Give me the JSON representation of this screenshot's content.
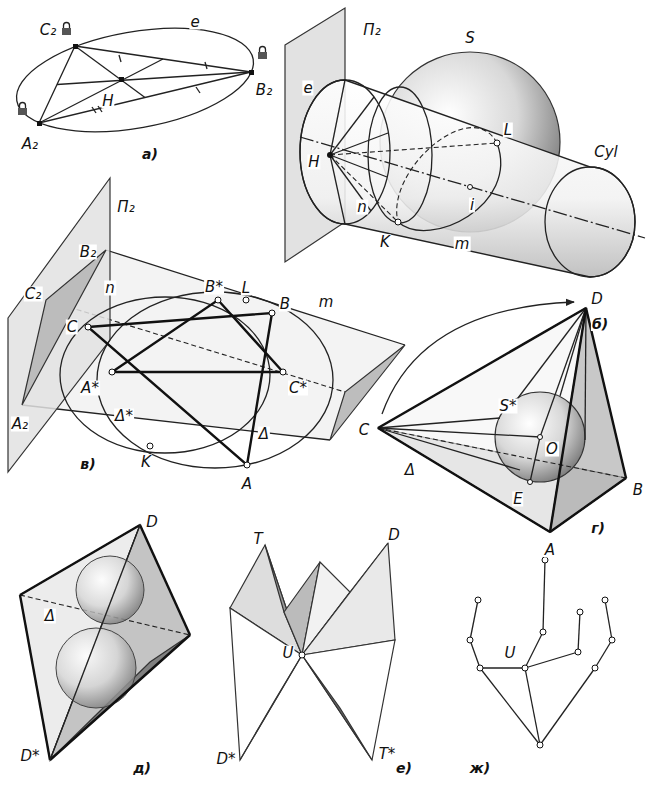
{
  "diagram": {
    "labels": [
      "C₂",
      "e",
      "B₂",
      "A₂",
      "H",
      "а)",
      "П₂",
      "S",
      "e",
      "L",
      "Cyl",
      "H",
      "n",
      "i",
      "m",
      "K",
      "б)",
      "П₂",
      "B₂",
      "n",
      "B*",
      "L",
      "B",
      "m",
      "C₂",
      "C",
      "A₂",
      "A*",
      "Δ*",
      "C*",
      "K",
      "Δ",
      "A",
      "в)",
      "D",
      "C",
      "S*",
      "O",
      "Δ",
      "E",
      "B",
      "A",
      "г)",
      "D",
      "Δ",
      "D*",
      "д)",
      "T",
      "D",
      "U",
      "D*",
      "T*",
      "е)",
      "U",
      "ж)"
    ]
  }
}
